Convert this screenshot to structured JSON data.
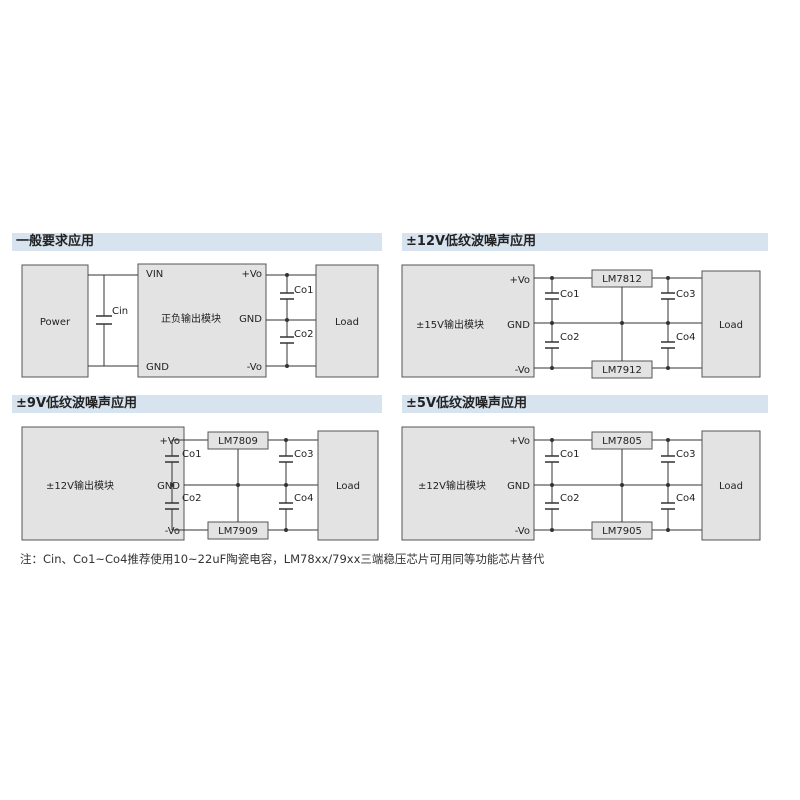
{
  "panels": [
    {
      "title": "一般要求应用",
      "source": "Power",
      "cin": "Cin",
      "module": {
        "vin": "VIN",
        "gnd_in": "GND",
        "name": "正负输出模块",
        "vo_pos": "+Vo",
        "gnd_out": "GND",
        "vo_neg": "-Vo"
      },
      "co1": "Co1",
      "co2": "Co2",
      "load": "Load"
    },
    {
      "title": "±12V低纹波噪声应用",
      "module": {
        "name": "±15V输出模块",
        "vo_pos": "+Vo",
        "gnd": "GND",
        "vo_neg": "-Vo"
      },
      "reg_pos": "LM7812",
      "reg_neg": "LM7912",
      "co1": "Co1",
      "co2": "Co2",
      "co3": "Co3",
      "co4": "Co4",
      "load": "Load"
    },
    {
      "title": "±9V低纹波噪声应用",
      "module": {
        "name": "±12V输出模块",
        "vo_pos": "+Vo",
        "gnd": "GND",
        "vo_neg": "-Vo"
      },
      "reg_pos": "LM7809",
      "reg_neg": "LM7909",
      "co1": "Co1",
      "co2": "Co2",
      "co3": "Co3",
      "co4": "Co4",
      "load": "Load"
    },
    {
      "title": "±5V低纹波噪声应用",
      "module": {
        "name": "±12V输出模块",
        "vo_pos": "+Vo",
        "gnd": "GND",
        "vo_neg": "-Vo"
      },
      "reg_pos": "LM7805",
      "reg_neg": "LM7905",
      "co1": "Co1",
      "co2": "Co2",
      "co3": "Co3",
      "co4": "Co4",
      "load": "Load"
    }
  ],
  "note": "注：Cin、Co1~Co4推荐使用10~22uF陶瓷电容，LM78xx/79xx三端稳压芯片可用同等功能芯片替代"
}
